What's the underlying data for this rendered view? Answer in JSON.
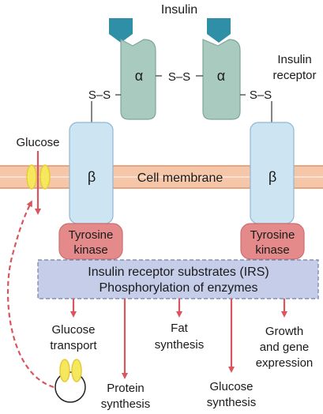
{
  "labels": {
    "insulin": "Insulin",
    "insulin_receptor_line1": "Insulin",
    "insulin_receptor_line2": "receptor",
    "alpha": "α",
    "beta": "β",
    "ss_left": "S–S",
    "ss_middle": "S–S",
    "ss_right": "S–S",
    "glucose": "Glucose",
    "cell_membrane": "Cell membrane",
    "tyrosine_kinase_line1": "Tyrosine",
    "tyrosine_kinase_line2": "kinase",
    "irs_line1": "Insulin receptor substrates (IRS)",
    "irs_line2": "Phosphorylation of enzymes"
  },
  "outcomes": [
    {
      "line1": "Glucose",
      "line2": "transport"
    },
    {
      "line1": "Protein",
      "line2": "synthesis"
    },
    {
      "line1": "Fat",
      "line2": "synthesis"
    },
    {
      "line1": "Glucose",
      "line2": "synthesis"
    },
    {
      "line1": "Growth",
      "line2": "and gene",
      "line3": "expression"
    }
  ],
  "colors": {
    "insulin": "#2f8fa6",
    "alpha": "#a9cbbf",
    "beta": "#cde4f2",
    "membrane": "#f6c6a8",
    "kinase": "#e58a8a",
    "irs": "#c5cde8",
    "arrow": "#d9565e",
    "glucose_channel": "#f6e85c"
  }
}
